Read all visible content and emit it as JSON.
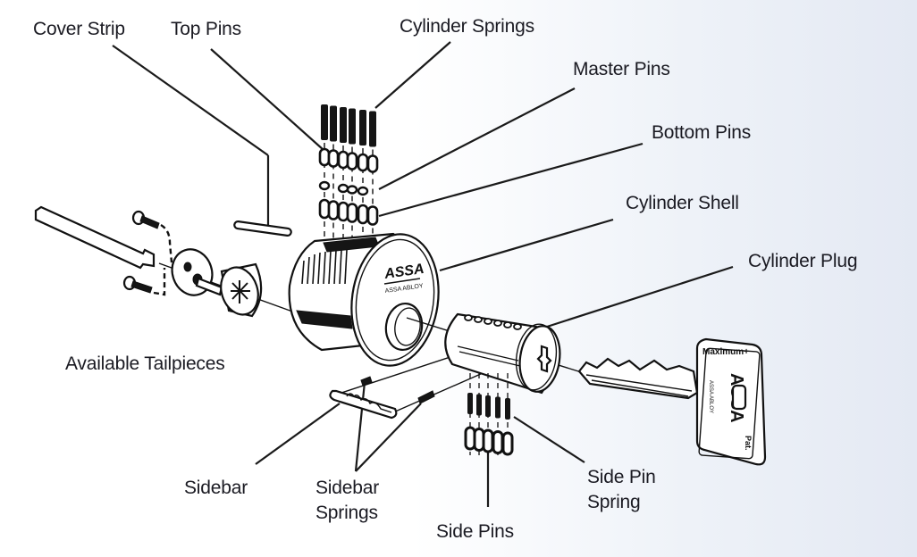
{
  "diagram": {
    "title": "Exploded view of ASSA Maximum+ mortise cylinder",
    "labels": {
      "cover_strip": "Cover Strip",
      "top_pins": "Top Pins",
      "cylinder_springs": "Cylinder Springs",
      "master_pins": "Master Pins",
      "bottom_pins": "Bottom Pins",
      "cylinder_shell": "Cylinder Shell",
      "cylinder_plug": "Cylinder Plug",
      "available_tailpieces": "Available Tailpieces",
      "sidebar": "Sidebar",
      "sidebar_springs": "Sidebar\nSprings",
      "side_pins": "Side Pins",
      "side_pin_spring": "Side Pin\nSpring"
    },
    "brand": {
      "shell_logo": "ASSA",
      "shell_sublogo": "ASSA ABLOY",
      "key_header": "Maximum+",
      "key_logo": "ASSA",
      "key_sublogo": "ASSA ABLOY",
      "key_patent": "Pat."
    }
  }
}
